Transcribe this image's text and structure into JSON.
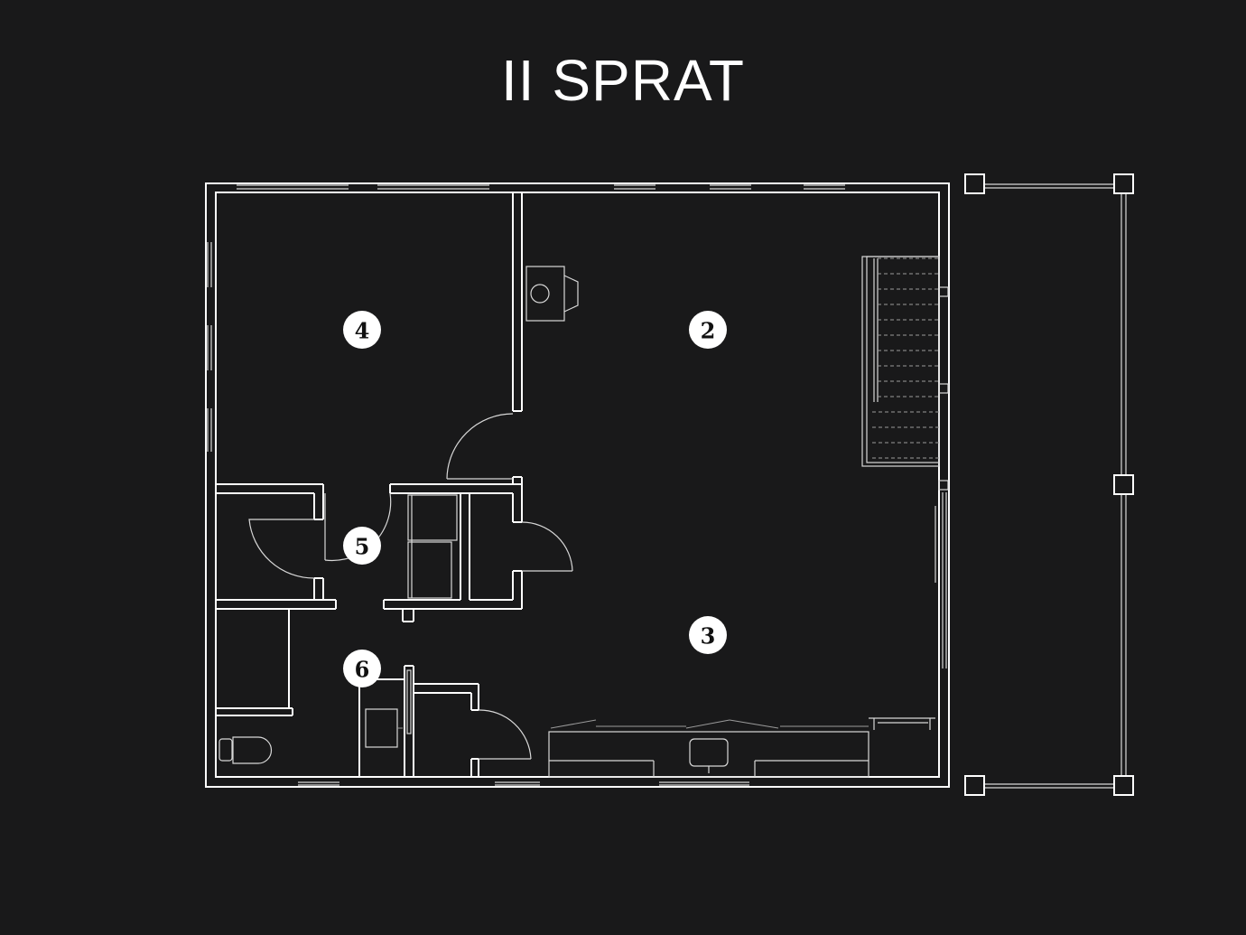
{
  "floor": {
    "title": "II SPRAT"
  },
  "rooms": [
    {
      "id": "room-2",
      "number": "2"
    },
    {
      "id": "room-3",
      "number": "3"
    },
    {
      "id": "room-4",
      "number": "4"
    },
    {
      "id": "room-5",
      "number": "5"
    },
    {
      "id": "room-6",
      "number": "6"
    }
  ],
  "colors": {
    "background": "#19191a",
    "lines": "#ffffff",
    "marker_fill": "#ffffff",
    "marker_text": "#111111"
  }
}
